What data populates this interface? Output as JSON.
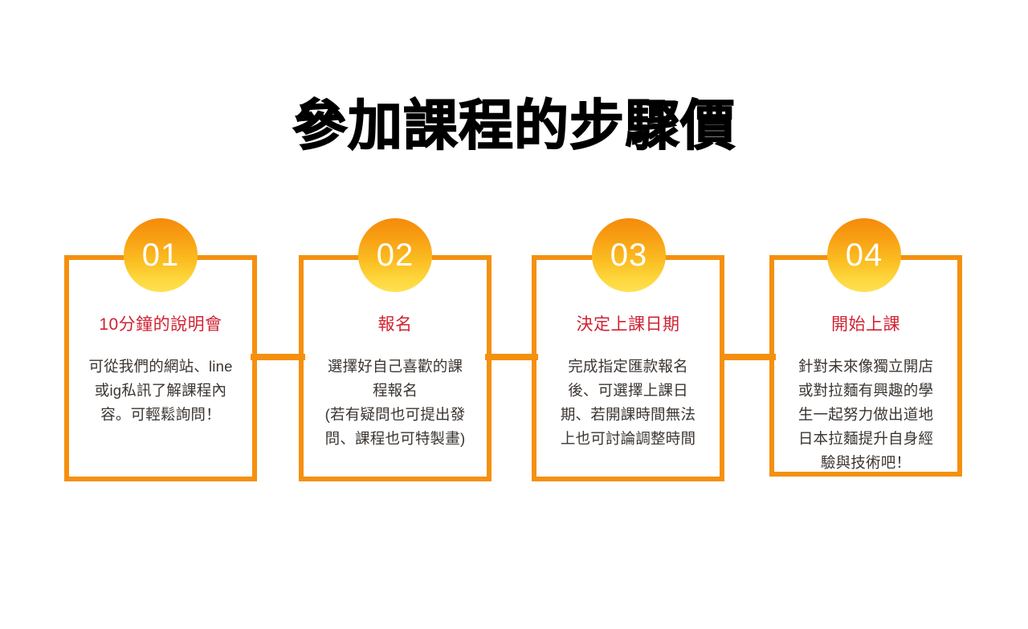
{
  "slide": {
    "title": "參加課程的步驟價",
    "background_color": "#FFFFFF"
  },
  "theme": {
    "accent_orange": "#F5900F",
    "badge_gradient_top": "#F58A0A",
    "badge_gradient_bottom": "#FEE152",
    "heading_red": "#D02333",
    "body_text": "#3B3531",
    "title_black": "#000000"
  },
  "steps": [
    {
      "number": "01",
      "heading": "10分鐘的說明會",
      "body": "可從我們的網站、line\n或ig私訊了解課程內\n容。可輕鬆詢問！"
    },
    {
      "number": "02",
      "heading": "報名",
      "body": "選擇好自己喜歡的課\n程報名\n(若有疑問也可提出發\n問、課程也可特製畫)"
    },
    {
      "number": "03",
      "heading": "決定上課日期",
      "body": "完成指定匯款報名\n後、可選擇上課日\n期、若開課時間無法\n上也可討論調整時間"
    },
    {
      "number": "04",
      "heading": "開始上課",
      "body": "針對未來像獨立開店\n或對拉麵有興趣的學\n生一起努力做出道地\n日本拉麵提升自身經\n驗與技術吧！"
    }
  ]
}
